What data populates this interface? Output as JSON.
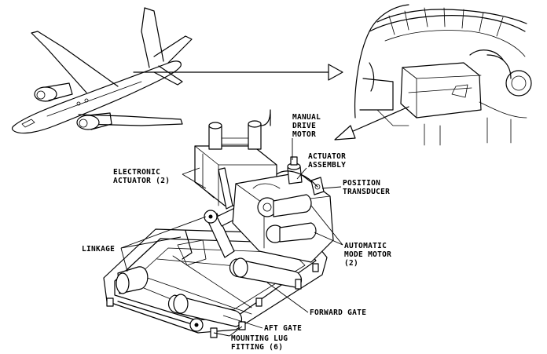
{
  "labels": {
    "manual_drive_motor": [
      "MANUAL",
      "DRIVE",
      "MOTOR"
    ],
    "actuator_assembly": [
      "ACTUATOR",
      "ASSEMBLY"
    ],
    "position_transducer": [
      "POSITION",
      "TRANSDUCER"
    ],
    "electronic_actuator": [
      "ELECTRONIC",
      "ACTUATOR (2)"
    ],
    "linkage": [
      "LINKAGE"
    ],
    "automatic_mode_motor": [
      "AUTOMATIC",
      "MODE MOTOR",
      "(2)"
    ],
    "forward_gate": [
      "FORWARD GATE"
    ],
    "aft_gate": [
      "AFT GATE"
    ],
    "mounting_lug_fitting": [
      "MOUNTING LUG",
      "FITTING (6)"
    ]
  }
}
